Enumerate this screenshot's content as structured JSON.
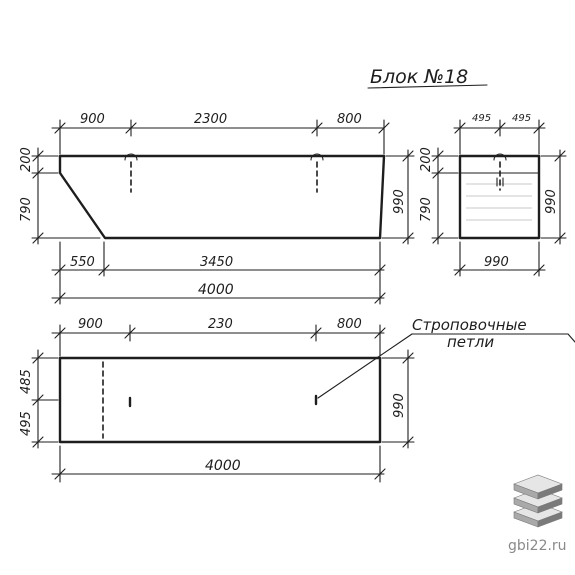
{
  "title": "Блок №18",
  "annotation": {
    "line1": "Строповочные",
    "line2": "петли"
  },
  "side_view": {
    "top_dims": [
      "900",
      "2300",
      "800"
    ],
    "left_dims": [
      "200",
      "790"
    ],
    "right_dim": "990",
    "bottom_dims": [
      "550",
      "3450"
    ],
    "total_length": "4000"
  },
  "end_view": {
    "top_dims": [
      "495",
      "495"
    ],
    "left_dims": [
      "200",
      "790"
    ],
    "right_dim": "990",
    "bottom_dim": "990"
  },
  "plan_view": {
    "top_dims": [
      "900",
      "230",
      "800"
    ],
    "left_dims": [
      "485",
      "495"
    ],
    "right_dim": "990",
    "total_length": "4000"
  },
  "watermark": {
    "text": "gbi22.ru",
    "icon": "stacked-slabs-icon",
    "colors": {
      "top": "#e6e6e6",
      "side": "#a9a9a9",
      "edge": "#7a7a7a"
    }
  }
}
